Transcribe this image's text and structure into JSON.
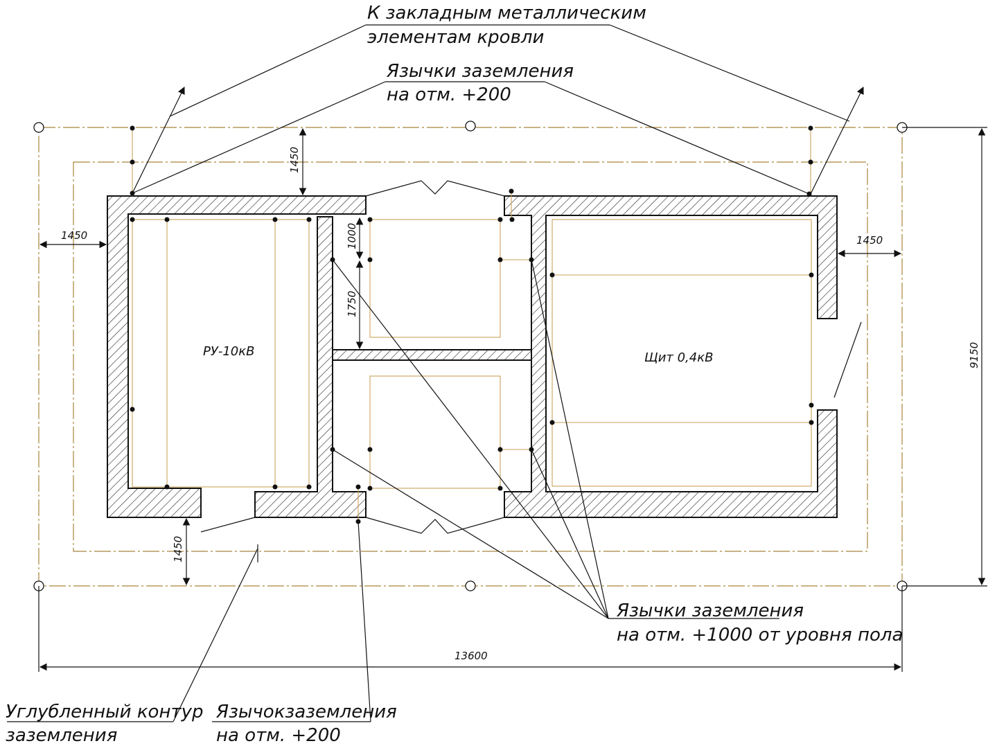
{
  "labels": {
    "roof_line1": "К закладным металлическим",
    "roof_line2": "элементам кровли",
    "tabs200_line1": "Язычки заземления",
    "tabs200_line2": "на отм. +200",
    "ru10": "РУ-10кВ",
    "shield": "Щит 0,4кВ",
    "tabs1000_line1": "Язычки заземления",
    "tabs1000_line2": "на отм. +1000 от уровня пола",
    "contour_line1": "Углубленный контур",
    "contour_line2": "заземления",
    "tab200_line1": "Язычокзаземления",
    "tab200_line2": "на отм. +200"
  },
  "dimensions": {
    "top_offset": "1450",
    "left_offset": "1450",
    "right_offset": "1450",
    "bottom_offset": "1450",
    "dim_1000": "1000",
    "dim_1750": "1750",
    "height_total": "9150",
    "width_total": "13600"
  },
  "colors": {
    "axis": "#a8843a",
    "inner_contour": "#c9a25a",
    "ink": "#111111"
  }
}
